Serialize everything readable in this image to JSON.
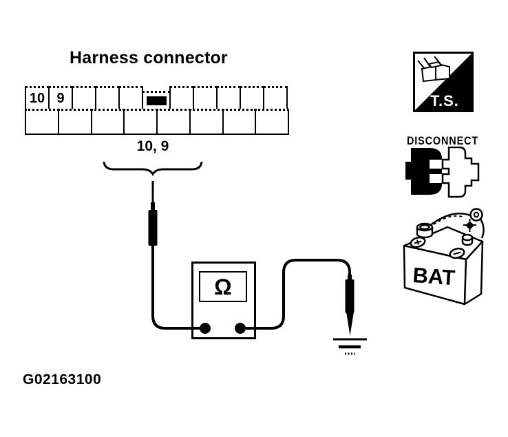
{
  "title": "Harness connector",
  "figure_id": "G02163100",
  "connector": {
    "top_row_labels": [
      "10",
      "9",
      "",
      "",
      "",
      "",
      "",
      "",
      "",
      "",
      ""
    ],
    "latch_index": 5,
    "bottom_row_count": 8,
    "bracket_label": "10, 9"
  },
  "meter": {
    "symbol": "Ω"
  },
  "icons": {
    "ts": {
      "label": "T.S."
    },
    "disconnect": {
      "label": "DISCONNECT"
    },
    "battery": {
      "label": "BAT"
    }
  },
  "colors": {
    "ink": "#000000",
    "background": "#ffffff"
  }
}
